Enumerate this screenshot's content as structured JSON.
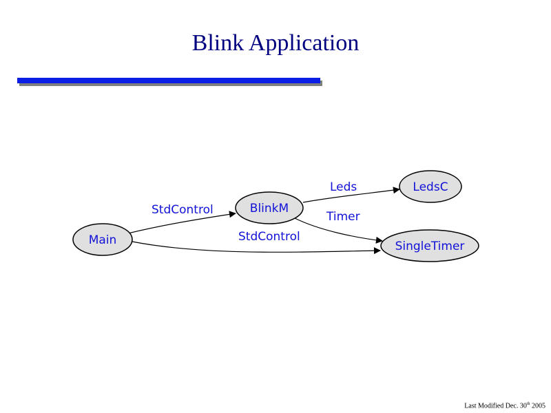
{
  "slide": {
    "title": "Blink Application"
  },
  "diagram": {
    "nodes": {
      "main": "Main",
      "blinkm": "BlinkM",
      "ledsc": "LedsC",
      "singletimer": "SingleTimer"
    },
    "edges": {
      "main_to_blinkm": "StdControl",
      "main_to_singletimer": "StdControl",
      "blinkm_to_ledsc": "Leds",
      "blinkm_to_singletimer": "Timer"
    },
    "colors": {
      "node_fill": "#e0e0e0",
      "label": "#1212d8",
      "edge": "#000000"
    }
  },
  "footer": {
    "prefix": "Last Modified Dec. 30",
    "superscript": "th",
    "suffix": " 2005"
  }
}
